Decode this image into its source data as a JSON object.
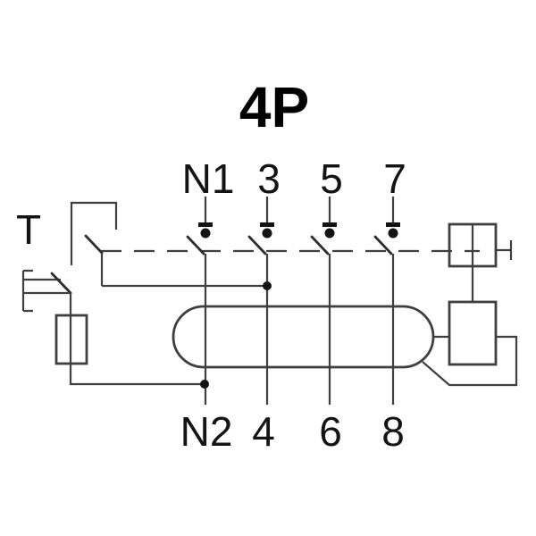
{
  "title": "4P",
  "test_button": {
    "label": "T"
  },
  "terminals": {
    "top": [
      "N1",
      "3",
      "5",
      "7"
    ],
    "bottom": [
      "N2",
      "4",
      "6",
      "8"
    ]
  },
  "colors": {
    "line": "#3f3f3f",
    "ink": "#141414",
    "background": "#ffffff"
  }
}
